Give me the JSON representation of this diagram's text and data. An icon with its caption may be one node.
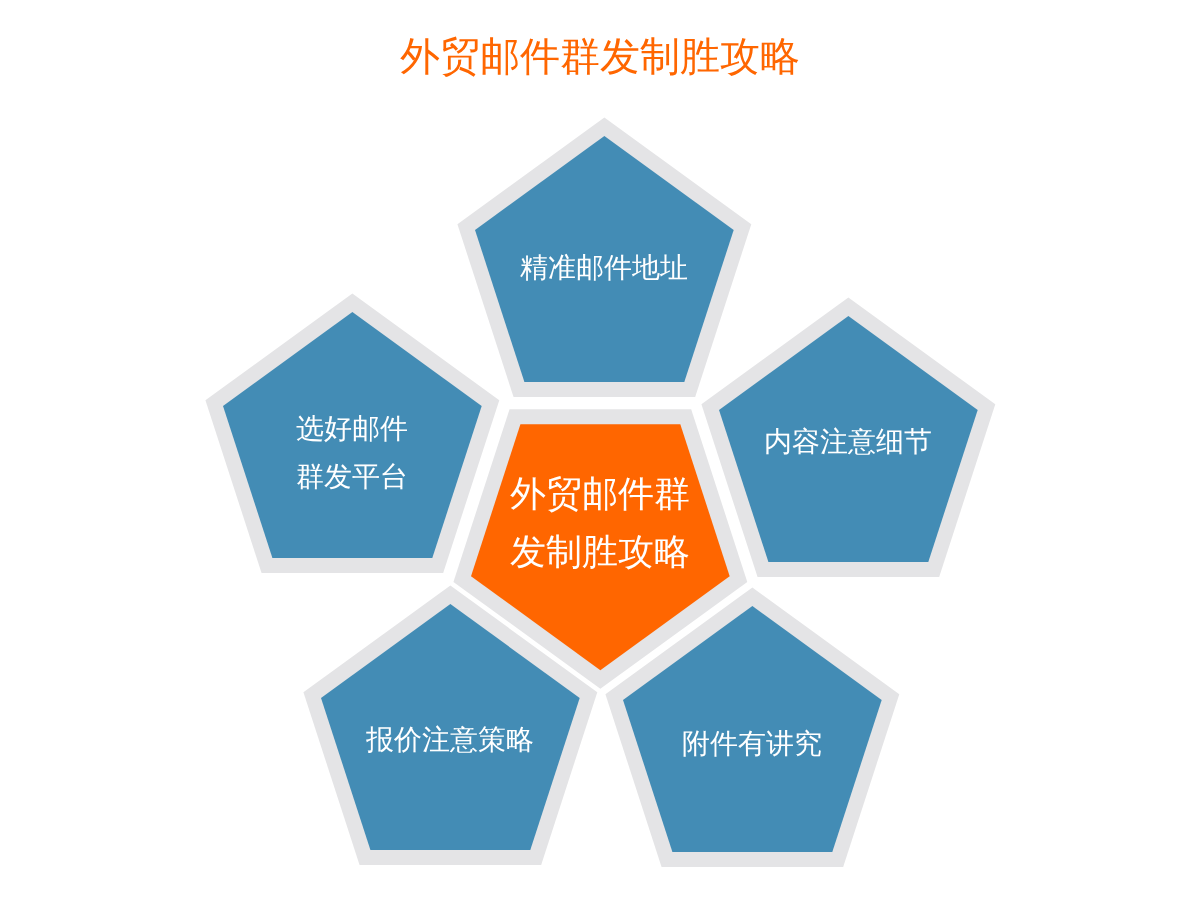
{
  "diagram": {
    "title": "外贸邮件群发制胜攻略",
    "nodes": [
      {
        "text": [
          "精准邮件地址"
        ]
      },
      {
        "text": [
          "选好邮件群发平台"
        ]
      },
      {
        "text": [
          "内容注意细节"
        ]
      },
      {
        "text": [
          "外贸邮件群发制胜攻略"
        ]
      },
      {
        "text": [
          "报价注意策略"
        ]
      },
      {
        "text": [
          "附件有讲究"
        ]
      }
    ]
  }
}
